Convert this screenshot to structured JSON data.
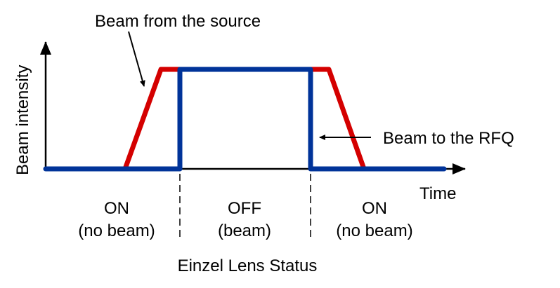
{
  "labels": {
    "source_beam": "Beam from the source",
    "rfq_beam": "Beam to the RFQ",
    "y_axis": "Beam intensity",
    "x_axis": "Time",
    "state1_top": "ON",
    "state1_bottom": "(no beam)",
    "state2_top": "OFF",
    "state2_bottom": "(beam)",
    "state3_top": "ON",
    "state3_bottom": "(no beam)",
    "footer": "Einzel Lens Status"
  },
  "colors": {
    "source_beam": "#d40000",
    "rfq_beam": "#003399",
    "axis": "#000000"
  }
}
